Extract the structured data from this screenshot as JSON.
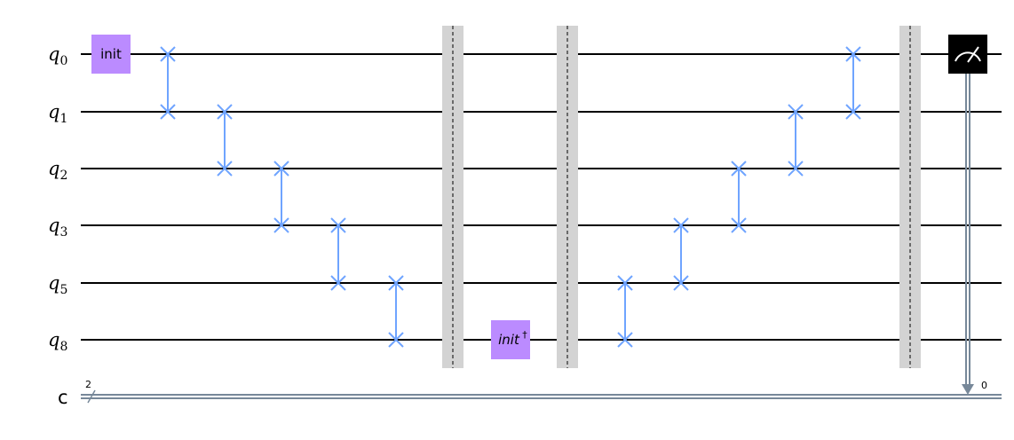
{
  "qubits": [
    {
      "letter": "q",
      "index": "0"
    },
    {
      "letter": "q",
      "index": "1"
    },
    {
      "letter": "q",
      "index": "2"
    },
    {
      "letter": "q",
      "index": "3"
    },
    {
      "letter": "q",
      "index": "5"
    },
    {
      "letter": "q",
      "index": "8"
    }
  ],
  "classical": {
    "label": "c",
    "width_label": "2",
    "bit_label": "0"
  },
  "gates": {
    "init": {
      "label": "init",
      "wire": 0
    },
    "init_dagger": {
      "label": "init",
      "dagger": "†",
      "wire": 5
    }
  },
  "swaps": [
    {
      "wires": [
        0,
        1
      ]
    },
    {
      "wires": [
        1,
        2
      ]
    },
    {
      "wires": [
        2,
        3
      ]
    },
    {
      "wires": [
        3,
        4
      ]
    },
    {
      "wires": [
        4,
        5
      ]
    },
    {
      "wires": [
        4,
        5
      ]
    },
    {
      "wires": [
        3,
        4
      ]
    },
    {
      "wires": [
        2,
        3
      ]
    },
    {
      "wires": [
        1,
        2
      ]
    },
    {
      "wires": [
        0,
        1
      ]
    }
  ],
  "barriers": 3,
  "measure": {
    "wire": 0,
    "bit": 0
  },
  "colors": {
    "wire": "#000000",
    "classical_wire": "#778899",
    "swap": "#6fa4ff",
    "init_gate": "#bb8bff",
    "barrier": "#d3d3d3",
    "measure_box": "#000000",
    "measure_symbol": "#ffffff"
  }
}
